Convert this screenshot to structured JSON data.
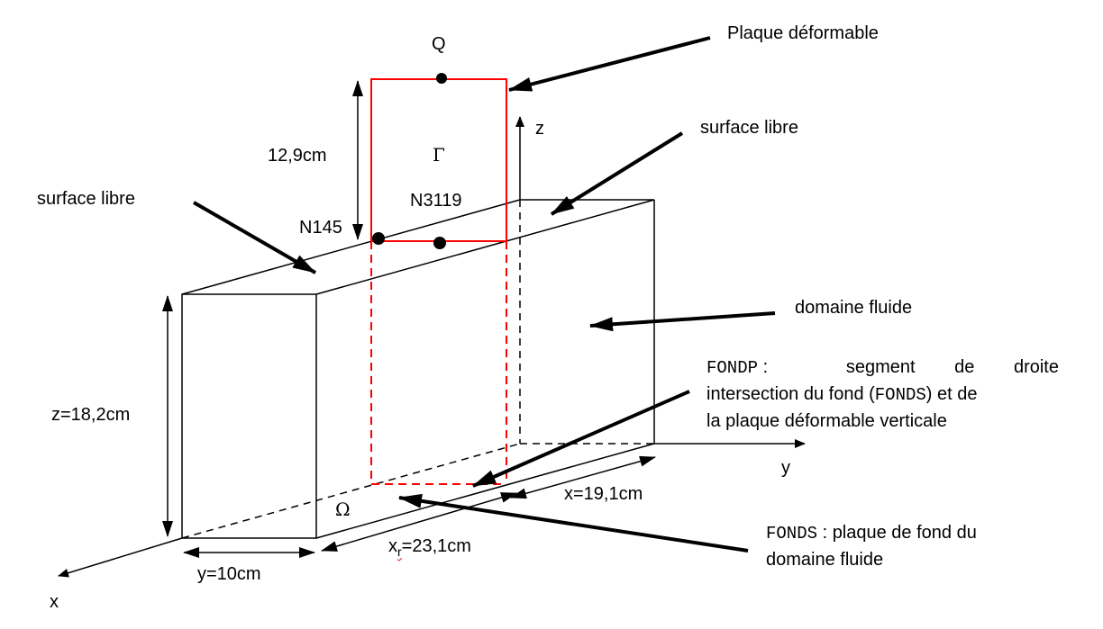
{
  "labels": {
    "q": "Q",
    "plaque": "Plaque déformable",
    "z_axis": "z",
    "surface_libre_right": "surface libre",
    "surface_libre_left": "surface libre",
    "gamma": "Γ",
    "height_plate": "12,9cm",
    "n3119": "N3119",
    "n145": "N145",
    "domaine_fluide": "domaine fluide",
    "z_dim": "z=18,2cm",
    "y_axis": "y",
    "x_dim": "x=19,1cm",
    "omega": "Ω",
    "xr_base": "x",
    "xr_sub": "r",
    "xr_value": "=23,1cm",
    "y_dim": "y=10cm",
    "x_axis": "x"
  },
  "fondp": {
    "code": "FONDP",
    "sep": " : ",
    "line1_rest": "segment de droite",
    "line2_a": "intersection du fond (",
    "line2_code": "FONDS",
    "line2_b": ") et de",
    "line3": "la plaque déformable verticale"
  },
  "fonds": {
    "code": "FONDS",
    "sep": " : ",
    "line1_rest": "plaque de fond du",
    "line2": "domaine fluide"
  },
  "colors": {
    "plate": "#ff0000",
    "ink": "#000000"
  }
}
